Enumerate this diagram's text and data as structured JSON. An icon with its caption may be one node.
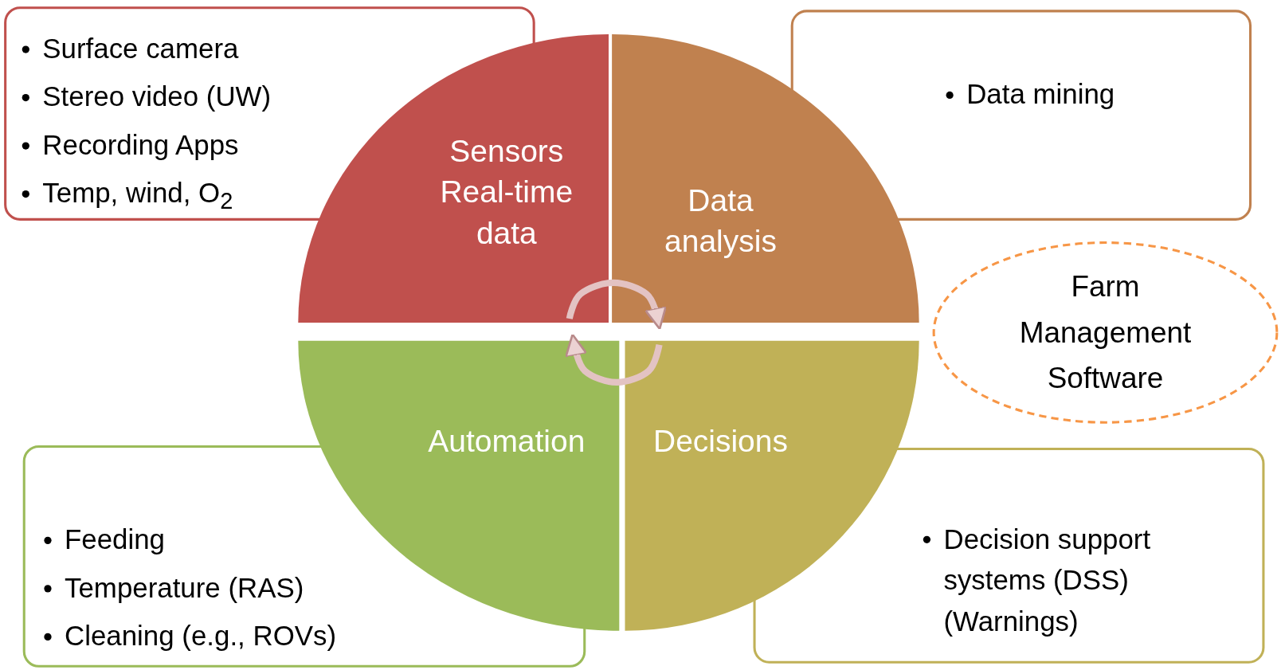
{
  "diagram": {
    "nodes": [
      {
        "text": [
          "Surface camera",
          "Stereo video (UW)",
          "Recording Apps",
          "Temp, wind, O$_{2}$"
        ]
      },
      {
        "text": [
          "Data mining"
        ]
      },
      {
        "text": [
          "Sensors Real-time data"
        ]
      },
      {
        "text": [
          "Data analysis"
        ]
      },
      {
        "text": [
          "Farm Management Software"
        ]
      },
      {
        "text": [
          "Automation"
        ]
      },
      {
        "text": [
          "Decisions"
        ]
      },
      {
        "text": [
          "Feeding",
          "Temperature (RAS)",
          "Cleaning (e.g., ROVs)"
        ]
      },
      {
        "text": [
          "Decision support systems (DSS) (Warnings)"
        ]
      }
    ],
    "edges": [
      {
        "from": 2,
        "to": 3,
        "arrow": "to"
      },
      {
        "from": 6,
        "to": 5,
        "arrow": "to"
      }
    ]
  }
}
